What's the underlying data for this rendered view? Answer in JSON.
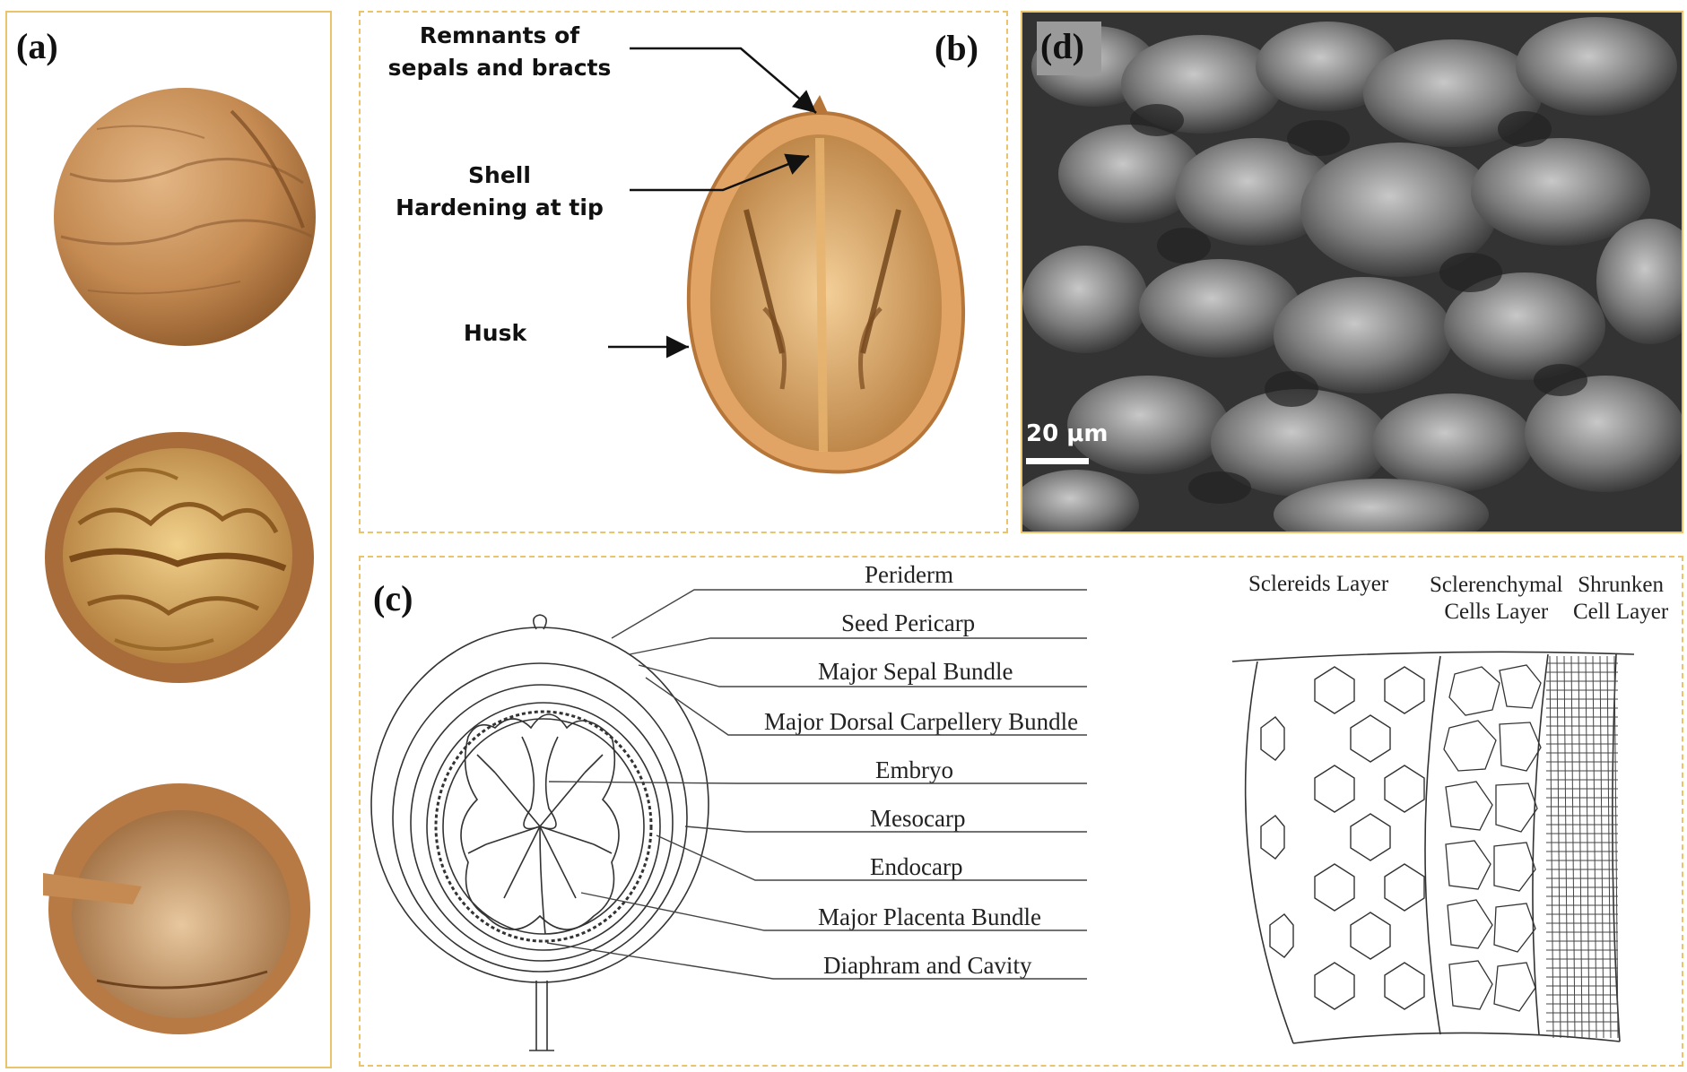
{
  "panels": {
    "a": {
      "label": "(a)"
    },
    "b": {
      "label": "(b)",
      "annotations": {
        "remnants_line1": "Remnants of",
        "remnants_line2": "sepals and bracts",
        "shell_line1": "Shell",
        "shell_line2": "Hardening at tip",
        "husk": "Husk"
      }
    },
    "c": {
      "label": "(c)",
      "cross_section_labels": [
        "Periderm",
        "Seed Pericarp",
        "Major Sepal Bundle",
        "Major Dorsal Carpellery Bundle",
        "Embryo",
        "Mesocarp",
        "Endocarp",
        "Major Placenta Bundle",
        "Diaphram and Cavity"
      ],
      "layer_labels": {
        "sclereids": "Sclereids Layer",
        "sclerenchymal_line1": "Sclerenchymal",
        "sclerenchymal_line2": "Cells Layer",
        "shrunken_line1": "Shrunken",
        "shrunken_line2": "Cell Layer"
      }
    },
    "d": {
      "label": "(d)",
      "scale": "20 μm"
    }
  },
  "colors": {
    "panel_border": "#e9c46a",
    "walnut_shell": "#c9955e",
    "walnut_kernel": "#d9b070",
    "sem_background": "#3a3a3a"
  }
}
